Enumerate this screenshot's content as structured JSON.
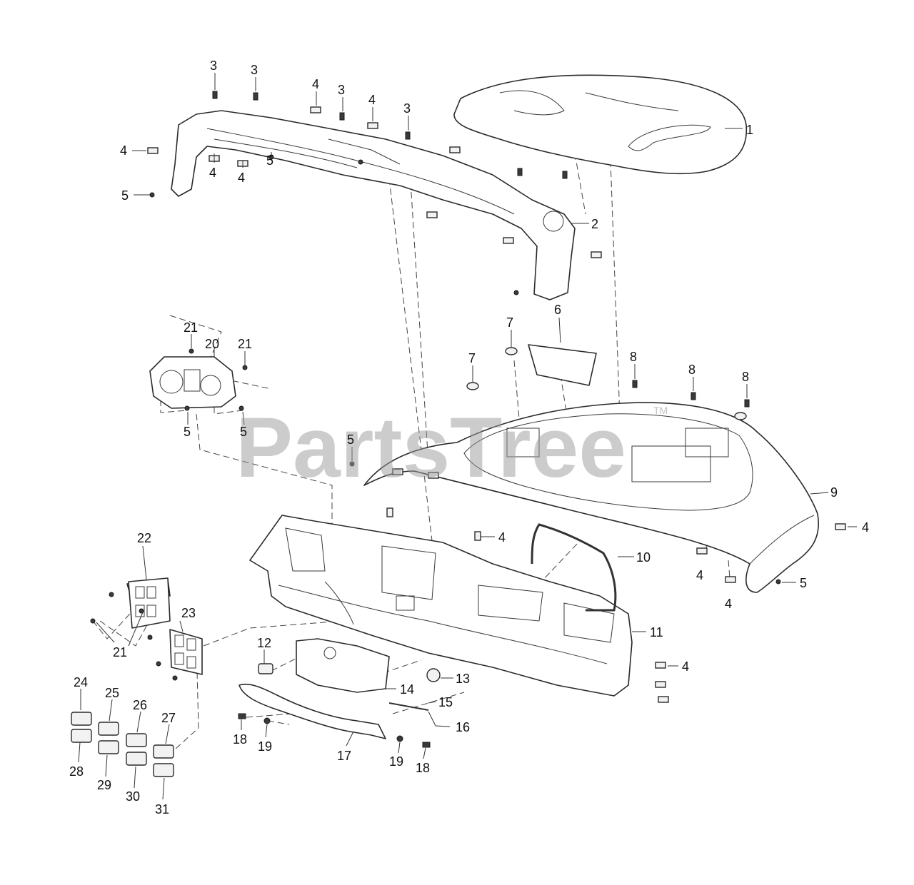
{
  "watermark": {
    "text": "PartsTree",
    "trademark": "TM"
  },
  "callouts": [
    {
      "id": "c1",
      "label": "1"
    },
    {
      "id": "c2",
      "label": "2"
    },
    {
      "id": "c3a",
      "label": "3"
    },
    {
      "id": "c3b",
      "label": "3"
    },
    {
      "id": "c3c",
      "label": "3"
    },
    {
      "id": "c3d",
      "label": "3"
    },
    {
      "id": "c4a",
      "label": "4"
    },
    {
      "id": "c4b",
      "label": "4"
    },
    {
      "id": "c4c",
      "label": "4"
    },
    {
      "id": "c4d",
      "label": "4"
    },
    {
      "id": "c4e",
      "label": "4"
    },
    {
      "id": "c4f",
      "label": "4"
    },
    {
      "id": "c4g",
      "label": "4"
    },
    {
      "id": "c4h",
      "label": "4"
    },
    {
      "id": "c4i",
      "label": "4"
    },
    {
      "id": "c4j",
      "label": "4"
    },
    {
      "id": "c5a",
      "label": "5"
    },
    {
      "id": "c5b",
      "label": "5"
    },
    {
      "id": "c5c",
      "label": "5"
    },
    {
      "id": "c5d",
      "label": "5"
    },
    {
      "id": "c5e",
      "label": "5"
    },
    {
      "id": "c5f",
      "label": "5"
    },
    {
      "id": "c6",
      "label": "6"
    },
    {
      "id": "c7a",
      "label": "7"
    },
    {
      "id": "c7b",
      "label": "7"
    },
    {
      "id": "c8a",
      "label": "8"
    },
    {
      "id": "c8b",
      "label": "8"
    },
    {
      "id": "c8c",
      "label": "8"
    },
    {
      "id": "c9",
      "label": "9"
    },
    {
      "id": "c10",
      "label": "10"
    },
    {
      "id": "c11",
      "label": "11"
    },
    {
      "id": "c12",
      "label": "12"
    },
    {
      "id": "c13",
      "label": "13"
    },
    {
      "id": "c14",
      "label": "14"
    },
    {
      "id": "c15",
      "label": "15"
    },
    {
      "id": "c16",
      "label": "16"
    },
    {
      "id": "c17",
      "label": "17"
    },
    {
      "id": "c18a",
      "label": "18"
    },
    {
      "id": "c18b",
      "label": "18"
    },
    {
      "id": "c19a",
      "label": "19"
    },
    {
      "id": "c19b",
      "label": "19"
    },
    {
      "id": "c20",
      "label": "20"
    },
    {
      "id": "c21a",
      "label": "21"
    },
    {
      "id": "c21b",
      "label": "21"
    },
    {
      "id": "c21c",
      "label": "21"
    },
    {
      "id": "c22",
      "label": "22"
    },
    {
      "id": "c23",
      "label": "23"
    },
    {
      "id": "c24",
      "label": "24"
    },
    {
      "id": "c25",
      "label": "25"
    },
    {
      "id": "c26",
      "label": "26"
    },
    {
      "id": "c27",
      "label": "27"
    },
    {
      "id": "c28",
      "label": "28"
    },
    {
      "id": "c29",
      "label": "29"
    },
    {
      "id": "c30",
      "label": "30"
    },
    {
      "id": "c31",
      "label": "31"
    }
  ]
}
